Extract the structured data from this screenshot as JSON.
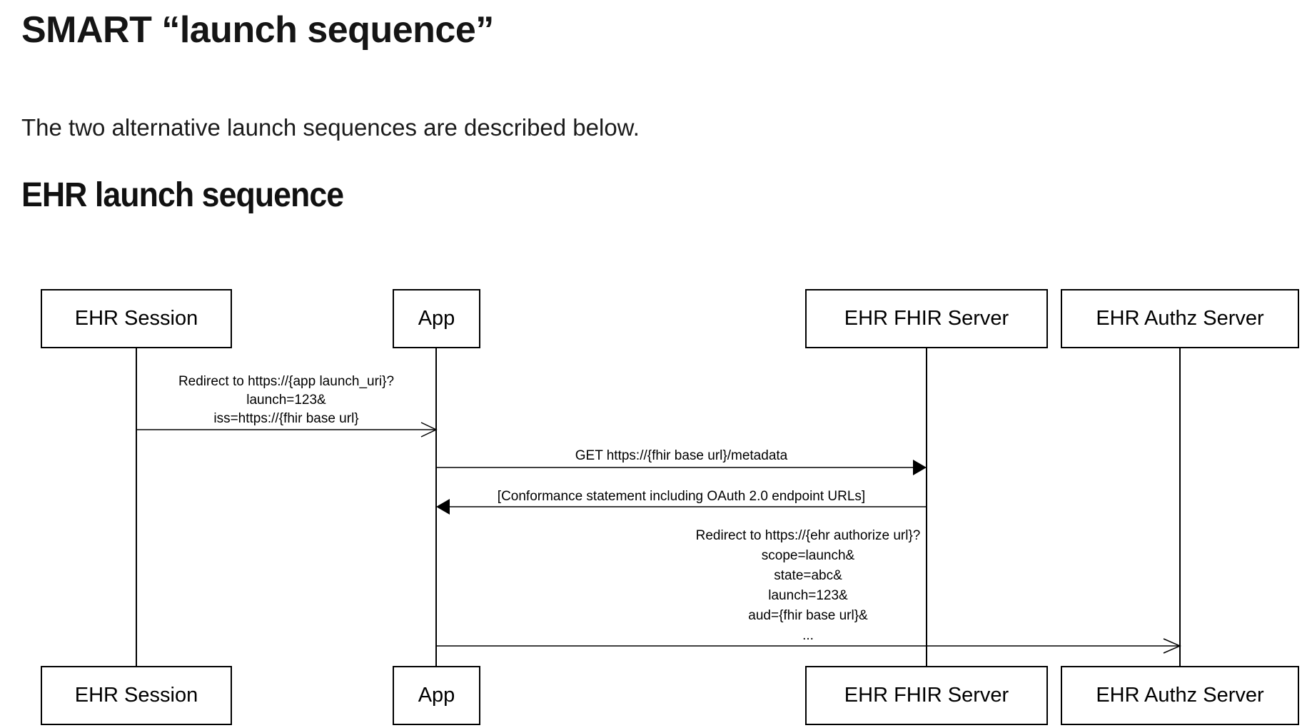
{
  "page": {
    "title": "SMART “launch sequence”",
    "intro": "The two alternative launch sequences are described below.",
    "section_heading": "EHR launch sequence"
  },
  "diagram": {
    "participants": [
      {
        "id": "ehr-session",
        "label": "EHR Session"
      },
      {
        "id": "app",
        "label": "App"
      },
      {
        "id": "ehr-fhir-server",
        "label": "EHR FHIR Server"
      },
      {
        "id": "ehr-authz-server",
        "label": "EHR Authz Server"
      }
    ],
    "messages": [
      {
        "from": "EHR Session",
        "to": "App",
        "arrow_style": "open",
        "lines": [
          "Redirect to https://{app launch_uri}?",
          "launch=123&",
          "iss=https://{fhir base url}"
        ]
      },
      {
        "from": "App",
        "to": "EHR FHIR Server",
        "arrow_style": "solid",
        "lines": [
          "GET https://{fhir base url}/metadata"
        ]
      },
      {
        "from": "EHR FHIR Server",
        "to": "App",
        "arrow_style": "solid",
        "lines": [
          "[Conformance statement including OAuth 2.0 endpoint URLs]"
        ]
      },
      {
        "from": "App",
        "to": "EHR Authz Server",
        "arrow_style": "open",
        "lines": [
          "Redirect to https://{ehr authorize url}?",
          "scope=launch&",
          "state=abc&",
          "launch=123&",
          "aud={fhir base url}&",
          "..."
        ]
      }
    ]
  }
}
